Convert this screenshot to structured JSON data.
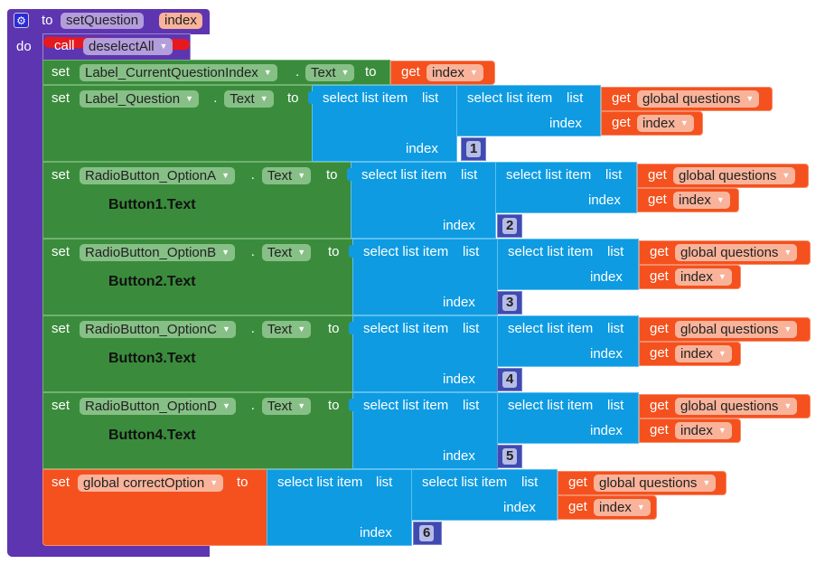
{
  "procedure": {
    "keyword_to": "to",
    "name": "setQuestion",
    "param": "index",
    "keyword_do": "do",
    "gear_icon": "gear-icon"
  },
  "call_block": {
    "keyword": "call",
    "name": "deselectAll",
    "redacted": true
  },
  "keywords": {
    "set": "set",
    "dot": ".",
    "to": "to",
    "get": "get",
    "select_list_item": "select list item",
    "list": "list",
    "index": "index"
  },
  "first_row": {
    "component": "Label_CurrentQuestionIndex",
    "property": "Text",
    "get_var": "index"
  },
  "rows": [
    {
      "component": "Label_Question",
      "property": "Text",
      "list_var": "global questions",
      "index_var": "index",
      "index_value": "1",
      "annotation": ""
    },
    {
      "component": "RadioButton_OptionA",
      "property": "Text",
      "list_var": "global questions",
      "index_var": "index",
      "index_value": "2",
      "annotation": "Button1.Text"
    },
    {
      "component": "RadioButton_OptionB",
      "property": "Text",
      "list_var": "global questions",
      "index_var": "index",
      "index_value": "3",
      "annotation": "Button2.Text"
    },
    {
      "component": "RadioButton_OptionC",
      "property": "Text",
      "list_var": "global questions",
      "index_var": "index",
      "index_value": "4",
      "annotation": "Button3.Text"
    },
    {
      "component": "RadioButton_OptionD",
      "property": "Text",
      "list_var": "global questions",
      "index_var": "index",
      "index_value": "5",
      "annotation": "Button4.Text"
    }
  ],
  "last_row": {
    "variable": "global correctOption",
    "list_var": "global questions",
    "index_var": "index",
    "index_value": "6"
  },
  "colors": {
    "procedure": "#5e35b1",
    "component": "#3a8c3c",
    "list": "#0e9be2",
    "variable": "#f4511e",
    "math": "#3f4bb0"
  }
}
